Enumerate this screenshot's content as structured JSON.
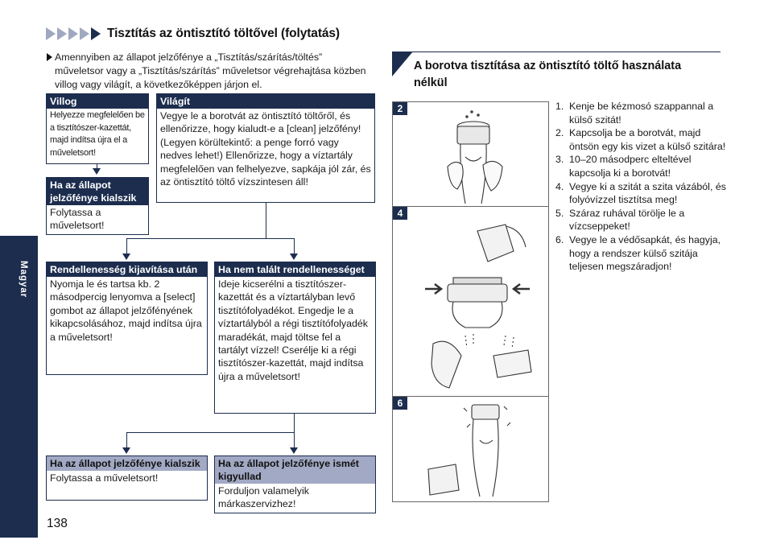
{
  "header": {
    "title": "Tisztítás az öntisztító töltővel (folytatás)"
  },
  "intro": "Amennyiben az állapot jelzőfénye a „Tisztítás/szárítás/töltés” műveletsor vagy a „Tisztítás/szárítás” műveletsor végrehajtása közben villog vagy világít, a következőképpen járjon el.",
  "boxes": {
    "villog": {
      "title": "Villog",
      "body": "Helyezze megfelelően be a tisztítószer-kazettát, majd indítsa újra el a műveletsort!"
    },
    "vilagit": {
      "title": "Világít",
      "body": "Vegye le a borotvát az öntisztító töltőről, és ellenőrizze, hogy kialudt-e a [clean] jelzőfény! (Legyen körültekintő: a penge forró vagy nedves lehet!) Ellenőrizze, hogy a víztartály megfelelően van felhelyezve, sapkája jól zár, és az öntisztító töltő vízszintesen áll!"
    },
    "kialszik1": {
      "title": "Ha az állapot jelzőfénye kialszik",
      "body": "Folytassa a műveletsort!"
    },
    "rendellenesseg": {
      "title": "Rendellenesség kijavítása után",
      "body": "Nyomja le és tartsa kb. 2 másodpercig lenyomva a [select] gombot az állapot jelzőfényének kikapcsolásához, majd indítsa újra a műveletsort!"
    },
    "nem_talalt": {
      "title": "Ha nem talált rendellenességet",
      "body": "Ideje kicserélni a tisztítószer-kazettát és a víztartályban levő tisztítófolyadékot. Engedje le a víztartályból a régi tisztítófolyadék maradékát, majd töltse fel a tartályt vízzel! Cserélje ki a régi tisztítószer-kazettát, majd indítsa újra a műveletsort!"
    },
    "kialszik2": {
      "title": "Ha az állapot jelzőfénye kialszik",
      "body": "Folytassa a műveletsort!"
    },
    "kigyullad": {
      "title": "Ha az állapot jelzőfénye ismét kigyullad",
      "body": "Forduljon valamelyik márkaszervizhez!"
    }
  },
  "right": {
    "title": "A borotva tisztítása az öntisztító töltő használata nélkül",
    "figures": [
      "2",
      "4",
      "6"
    ],
    "steps": [
      {
        "n": "1.",
        "text": "Kenje be kézmosó szappannal a külső szitát!"
      },
      {
        "n": "2.",
        "text": "Kapcsolja be a borotvát, majd öntsön egy kis vizet a külső szitára!"
      },
      {
        "n": "3.",
        "text": "10–20 másodperc elteltével kapcsolja ki a borotvát!"
      },
      {
        "n": "4.",
        "text": "Vegye ki a szitát a szita vázából, és folyóvízzel tisztítsa meg!"
      },
      {
        "n": "5.",
        "text": "Száraz ruhával törölje le a vízcseppeket!"
      },
      {
        "n": "6.",
        "text": "Vegye le a védősapkát, és hagyja, hogy a rendszer külső szitája teljesen megszáradjon!"
      }
    ]
  },
  "side_tab": "Magyar",
  "page_number": "138",
  "colors": {
    "navy": "#1c2d4e",
    "light_header": "#a2a9c4"
  }
}
